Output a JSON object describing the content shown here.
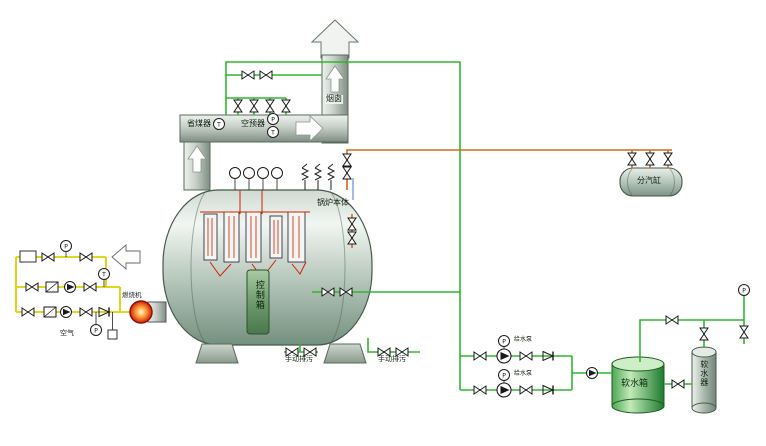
{
  "diagram": {
    "labels": {
      "chimney": "烟囱",
      "economizer": "省煤器",
      "air_preheater": "空预器",
      "boiler_body": "锅炉本体",
      "steam_header": "分汽缸",
      "control_box": "控制箱",
      "manual_blowdown_left": "手动排污",
      "manual_blowdown_right": "手动排污",
      "soft_water_tank": "软水箱",
      "water_softener": "软水器",
      "burner": "燃烧机",
      "air_supply": "空气",
      "feed_pump_top": "给水泵",
      "feed_pump_bottom": "给水泵"
    },
    "instruments": {
      "pressure": "P",
      "temperature": "T"
    },
    "colors": {
      "water_pipe_green": "#2eb82e",
      "steam_pipe_orange": "#d2691e",
      "fuel_pipe_yellow": "#ddd000",
      "hot_water_red": "#cc2200",
      "sensor_blue": "#4477cc",
      "vessel_green_light": "#c2eab8",
      "vessel_green_dark": "#1e7a2e",
      "metal_light": "#eef1ee",
      "metal_dark": "#7f8d83",
      "flame_red": "#cf2208",
      "background": "#ffffff"
    }
  }
}
